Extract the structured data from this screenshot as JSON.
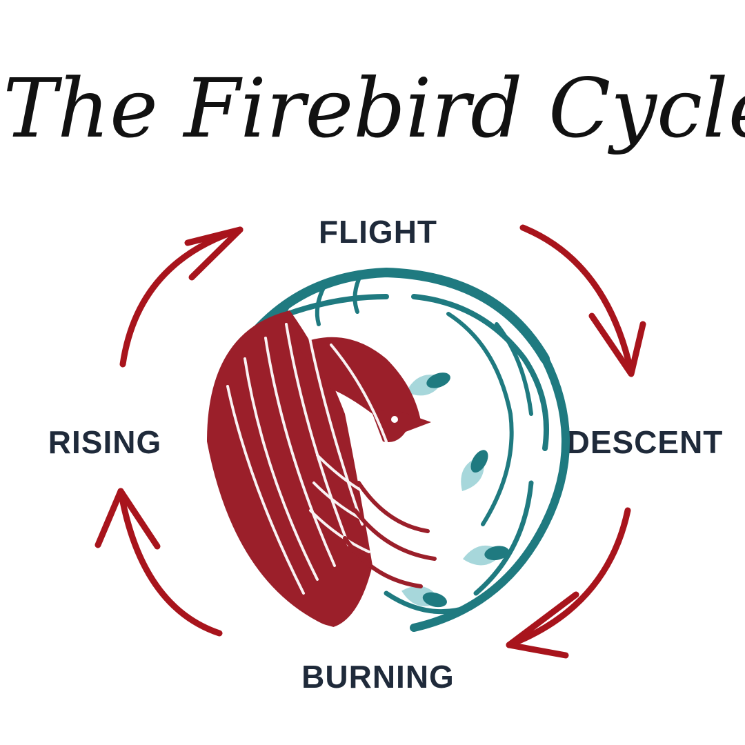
{
  "title": "The Firebird Cycle",
  "stages": {
    "top": "FLIGHT",
    "right": "DESCENT",
    "bottom": "BURNING",
    "left": "RISING"
  },
  "colors": {
    "arrow": "#a8141c",
    "title": "#111111",
    "label": "#1f2a3a",
    "phoenix_red": "#9b1f2a",
    "phoenix_teal": "#1f7a80",
    "phoenix_light_teal": "#5fb6bd"
  },
  "emblem": "phoenix-emblem"
}
